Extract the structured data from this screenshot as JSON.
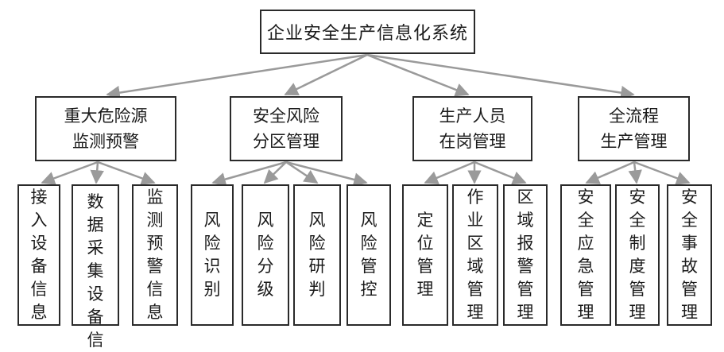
{
  "root": {
    "label": "企业安全生产信息化系统"
  },
  "categories": [
    {
      "line1": "重大危险源",
      "line2": "监测预警",
      "children": [
        "接入设备信息",
        "数据采集设备信",
        "监测预警信息"
      ]
    },
    {
      "line1": "安全风险",
      "line2": "分区管理",
      "children": [
        "风险识别",
        "风险分级",
        "风险研判",
        "风险管控"
      ]
    },
    {
      "line1": "生产人员",
      "line2": "在岗管理",
      "children": [
        "定位管理",
        "作业区域管理",
        "区域报警管理"
      ]
    },
    {
      "line1": "全流程",
      "line2": "生产管理",
      "children": [
        "安全应急管理",
        "安全制度管理",
        "安全事故管理"
      ]
    }
  ],
  "colors": {
    "border": "#2a2a2a",
    "arrow": "#9a9a9a",
    "text": "#1a1a1a"
  }
}
